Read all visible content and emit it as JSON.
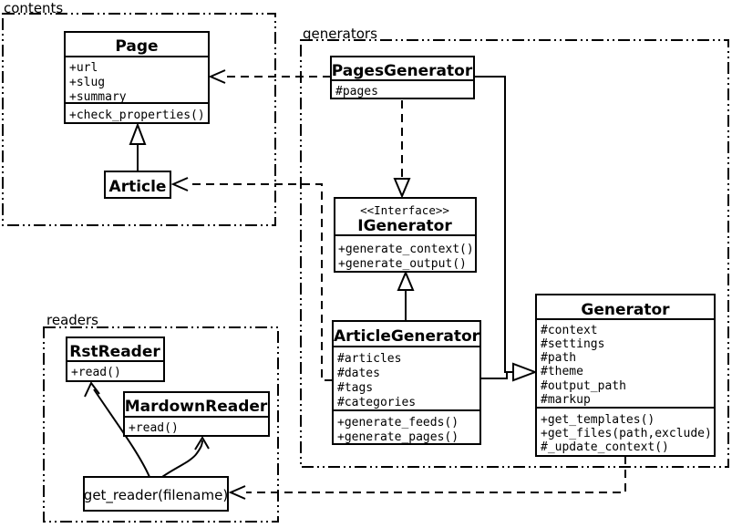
{
  "diagram": {
    "type": "uml-class-diagram",
    "colors": {
      "line": "#000000",
      "background": "#ffffff"
    }
  },
  "packages": {
    "contents": {
      "label": "contents"
    },
    "generators": {
      "label": "generators"
    },
    "readers": {
      "label": "readers"
    }
  },
  "classes": {
    "page": {
      "name": "Page",
      "attributes": [
        "+url",
        "+slug",
        "+summary"
      ],
      "methods": [
        "+check_properties()"
      ]
    },
    "article": {
      "name": "Article"
    },
    "pages_generator": {
      "name": "PagesGenerator",
      "attributes": [
        "#pages"
      ]
    },
    "igenerator": {
      "stereotype": "<<Interface>>",
      "name": "IGenerator",
      "methods": [
        "+generate_context()",
        "+generate_output()"
      ]
    },
    "article_generator": {
      "name": "ArticleGenerator",
      "attributes": [
        "#articles",
        "#dates",
        "#tags",
        "#categories"
      ],
      "methods": [
        "+generate_feeds()",
        "+generate_pages()"
      ]
    },
    "generator": {
      "name": "Generator",
      "attributes": [
        "#context",
        "#settings",
        "#path",
        "#theme",
        "#output_path",
        "#markup"
      ],
      "methods": [
        "+get_templates()",
        "+get_files(path,exclude)",
        "#_update_context()"
      ]
    },
    "rst_reader": {
      "name": "RstReader",
      "methods": [
        "+read()"
      ]
    },
    "mardown_reader": {
      "name": "MardownReader",
      "methods": [
        "+read()"
      ]
    },
    "get_reader": {
      "label": "get_reader(filename)"
    }
  }
}
